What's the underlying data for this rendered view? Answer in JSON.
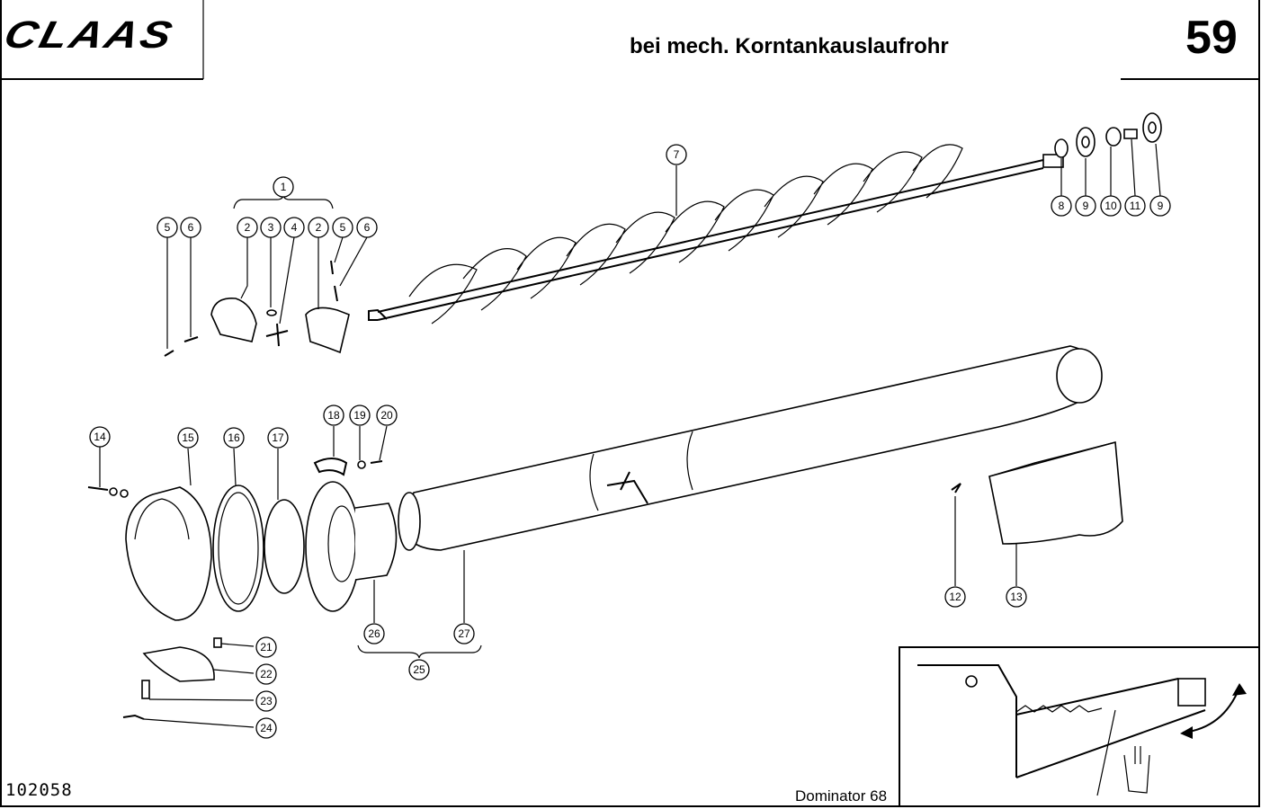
{
  "header": {
    "brand": "CLAAS",
    "title": "bei mech. Korntankauslaufrohr",
    "page_number": "59"
  },
  "footer": {
    "doc_number": "102058",
    "model": "Dominator 68"
  },
  "callouts": [
    "1",
    "2",
    "3",
    "4",
    "2",
    "5",
    "6",
    "5",
    "6",
    "7",
    "8",
    "9",
    "10",
    "11",
    "9",
    "14",
    "15",
    "16",
    "17",
    "18",
    "19",
    "20",
    "12",
    "13",
    "21",
    "22",
    "23",
    "24",
    "26",
    "27",
    "25"
  ]
}
